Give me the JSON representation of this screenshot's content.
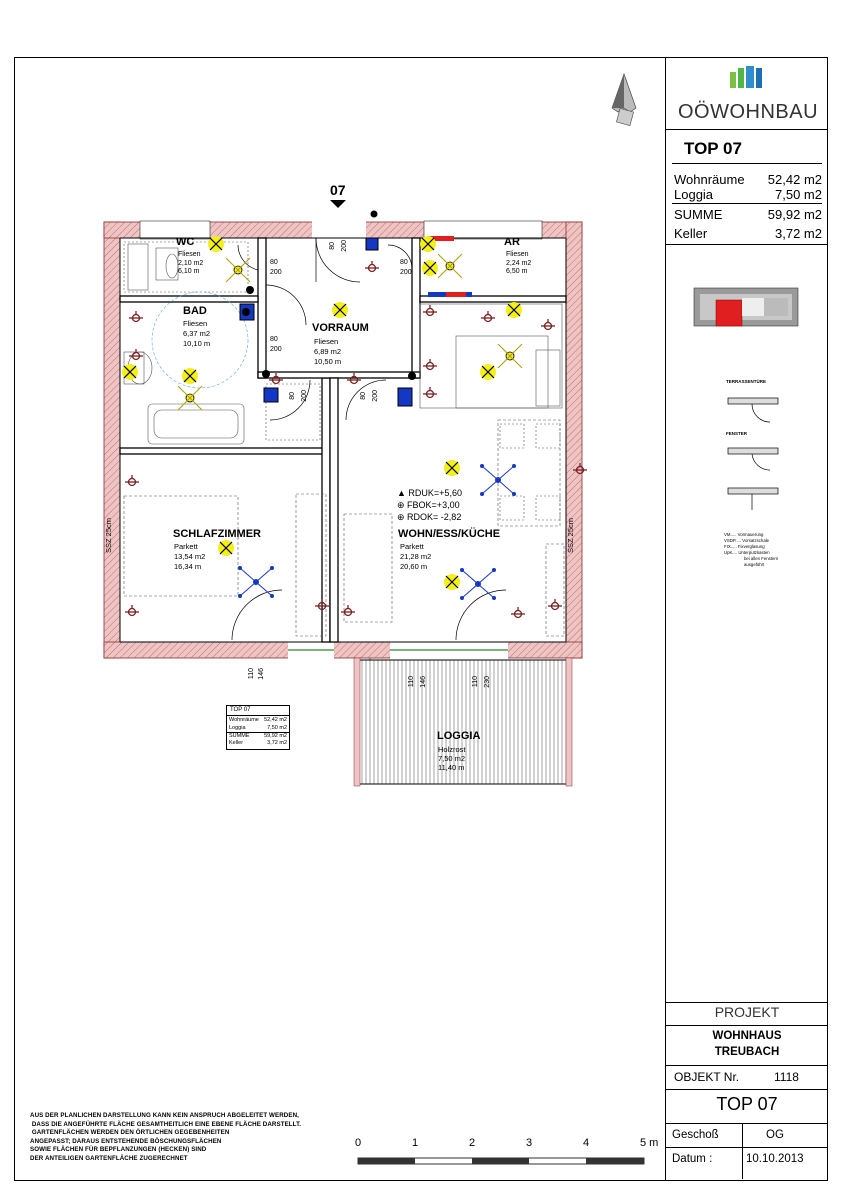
{
  "entrance_label": "07",
  "rooms": {
    "wc": {
      "name": "WC",
      "floor": "Fliesen",
      "area": "2,10 m2",
      "perimeter": "6,10 m"
    },
    "ar": {
      "name": "AR",
      "floor": "Fliesen",
      "area": "2,24 m2",
      "perimeter": "6,50 m"
    },
    "bad": {
      "name": "BAD",
      "floor": "Fliesen",
      "area": "6,37 m2",
      "perimeter": "10,10 m"
    },
    "vorraum": {
      "name": "VORRAUM",
      "floor": "Fliesen",
      "area": "6,89 m2",
      "perimeter": "10,50 m"
    },
    "schlaf": {
      "name": "SCHLAFZIMMER",
      "floor": "Parkett",
      "area": "13,54 m2",
      "perimeter": "16,34 m"
    },
    "wohn": {
      "name": "WOHN/ESS/KÜCHE",
      "floor": "Parkett",
      "area": "21,28 m2",
      "perimeter": "20,60 m"
    },
    "loggia": {
      "name": "LOGGIA",
      "floor": "Holzrost",
      "area": "7,50 m2",
      "perimeter": "11,40 m"
    }
  },
  "door_dims": {
    "w80": "80",
    "h200": "200",
    "w110": "110",
    "h146": "146",
    "h230": "230"
  },
  "levels": {
    "rduk": "RDUK=+5,60",
    "fbok": "FBOK=+3,00",
    "rdok": "RDOK= -2,82"
  },
  "ssz_label": "SSZ 25cm",
  "small_table": {
    "title": "TOP 07",
    "rows": [
      {
        "label": "Wohnräume",
        "value": "52,42 m2"
      },
      {
        "label": "Loggia",
        "value": "7,50 m2"
      },
      {
        "label": "SUMME",
        "value": "59,92 m2"
      },
      {
        "label": "Keller",
        "value": "3,72 m2"
      }
    ]
  },
  "sidebar": {
    "logo": "OÖWOHNBAU",
    "top_title": "TOP 07",
    "areas": [
      {
        "label": "Wohnräume",
        "value": "52,42 m2"
      },
      {
        "label": "Loggia",
        "value": "7,50 m2"
      }
    ],
    "totals": [
      {
        "label": "SUMME",
        "value": "59,92 m2"
      },
      {
        "label": "Keller",
        "value": "3,72 m2"
      }
    ],
    "projekt_label": "PROJEKT",
    "projekt_name_1": "WOHNHAUS",
    "projekt_name_2": "TREUBACH",
    "objekt_label": "OBJEKT Nr.",
    "objekt_value": "1118",
    "top_big": "TOP 07",
    "geschoss_label": "Geschoß",
    "geschoss_value": "OG",
    "datum_label": "Datum :",
    "datum_value": "10.10.2013"
  },
  "legend": {
    "terrassentuer": "TERRASSENTÜRE",
    "fenster": "FENSTER",
    "notes": [
      "VM..... Vormauerung",
      "VSDP..... Vorsatzschale",
      "FIX..... Fixverglasung",
      "UpK.... Unterputzkasten",
      "bei allen Fenstern",
      "ausgeführt"
    ]
  },
  "scale": {
    "ticks": [
      "0",
      "1",
      "2",
      "3",
      "4",
      "5 m"
    ]
  },
  "disclaimer": [
    "AUS DER PLANLICHEN DARSTELLUNG KANN KEIN ANSPRUCH ABGELEITET WERDEN,",
    " DASS DIE ANGEFÜHRTE FLÄCHE GESAMTHEITLICH EINE EBENE FLÄCHE DARSTELLT.",
    " GARTENFLÄCHEN WERDEN DEN ÖRTLICHEN GEGEBENHEITEN",
    "ANGEPASST; DARAUS ENTSTEHENDE BÖSCHUNGSFLÄCHEN",
    "SOWIE FLÄCHEN FÜR BEPFLANZUNGEN (HECKEN) SIND",
    "DER ANTEILIGEN GARTENFLÄCHE ZUGERECHNET"
  ],
  "colors": {
    "wall": "#e9b9b9",
    "wall_line": "#8a2e2e",
    "fixture": "#7a1f1f",
    "light": "#f3ef1c",
    "sensor": "#1538c4",
    "keyplan_red": "#e02020"
  }
}
